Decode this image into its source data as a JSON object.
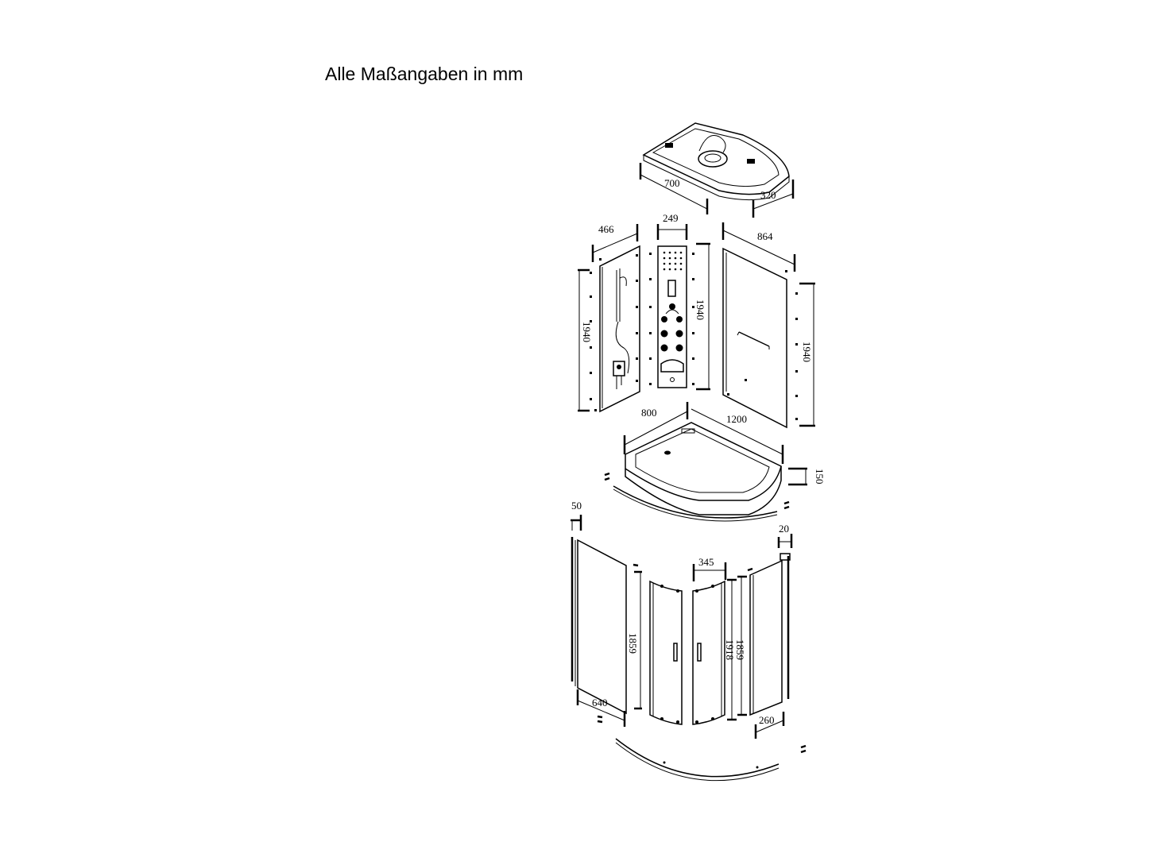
{
  "caption": "Alle Maßangaben in mm",
  "dimensions": {
    "roof_width": "700",
    "roof_depth": "320",
    "left_wall_width": "466",
    "left_wall_height": "1940",
    "column_width": "249",
    "column_height": "1940",
    "right_wall_width": "864",
    "right_wall_height": "1940",
    "tray_width": "800",
    "tray_length": "1200",
    "tray_height": "150",
    "profile_depth": "50",
    "left_panel_width": "640",
    "left_panel_height": "1859",
    "door_width": "345",
    "door_height_inner": "1918",
    "door_height_outer": "1859",
    "right_profile_depth": "20",
    "right_panel_width": "260"
  },
  "colors": {
    "ink": "#000000",
    "background": "#ffffff"
  }
}
